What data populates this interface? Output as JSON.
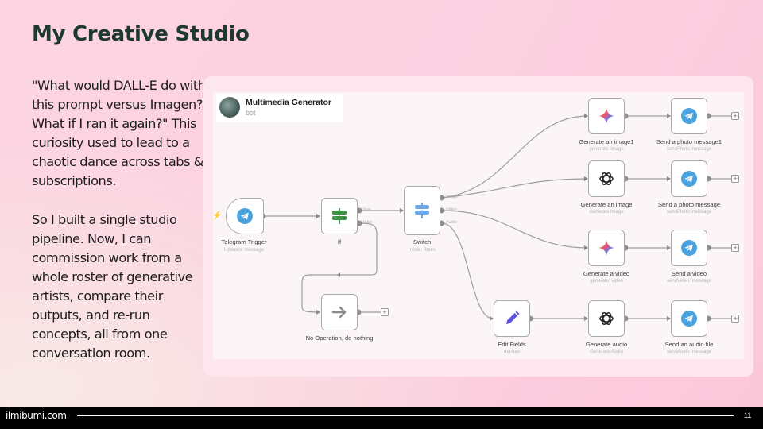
{
  "slide": {
    "title": "My Creative Studio",
    "paragraphs": [
      "\"What would DALL-E do with this prompt versus Imagen? What if I ran it again?\" This curiosity used to lead to a chaotic dance across tabs & subscriptions.",
      "So I built a single studio pipeline. Now, I can commission work from a whole roster of generative artists, compare their outputs, and re-run concepts, all from one conversation room."
    ]
  },
  "workflow": {
    "header": {
      "title": "Multimedia Generator",
      "subtitle": "bot",
      "avatar_icon": "bot-avatar"
    },
    "nodes": [
      {
        "id": "telegram-trigger",
        "label": "Telegram Trigger",
        "sub": "Updates: message",
        "icon": "telegram-icon"
      },
      {
        "id": "if",
        "label": "If",
        "sub": "",
        "icon": "signpost-icon",
        "outputs": [
          "true",
          "false"
        ]
      },
      {
        "id": "switch",
        "label": "Switch",
        "sub": "mode: Rules",
        "icon": "signpost-icon",
        "outputs": [
          "Image",
          "Video",
          "Audio"
        ]
      },
      {
        "id": "no-op",
        "label": "No Operation, do nothing",
        "sub": "",
        "icon": "arrow-right-icon"
      },
      {
        "id": "generate-image1",
        "label": "Generate an image1",
        "sub": "generate: image",
        "icon": "gemini-icon"
      },
      {
        "id": "send-photo1",
        "label": "Send a photo message1",
        "sub": "sendPhoto: message",
        "icon": "telegram-icon"
      },
      {
        "id": "generate-image",
        "label": "Generate an image",
        "sub": "Generate Image",
        "icon": "openai-icon"
      },
      {
        "id": "send-photo",
        "label": "Send a photo message",
        "sub": "sendPhoto: message",
        "icon": "telegram-icon"
      },
      {
        "id": "generate-video",
        "label": "Generate a video",
        "sub": "generate: video",
        "icon": "gemini-icon"
      },
      {
        "id": "send-video",
        "label": "Send a video",
        "sub": "sendVideo: message",
        "icon": "telegram-icon"
      },
      {
        "id": "edit-fields",
        "label": "Edit Fields",
        "sub": "manual",
        "icon": "pencil-icon"
      },
      {
        "id": "generate-audio",
        "label": "Generate audio",
        "sub": "Generate Audio",
        "icon": "openai-icon"
      },
      {
        "id": "send-audio",
        "label": "Send an audio file",
        "sub": "sendAudio: message",
        "icon": "telegram-icon"
      }
    ],
    "colors": {
      "telegram": "#4aa3df",
      "signpost_if": "#3f9142",
      "signpost_switch": "#6fa8e8",
      "pencil": "#5a55e0",
      "edge": "#9e9e9e"
    }
  },
  "footer": {
    "site": "ilmibumi.com",
    "page": "11"
  }
}
